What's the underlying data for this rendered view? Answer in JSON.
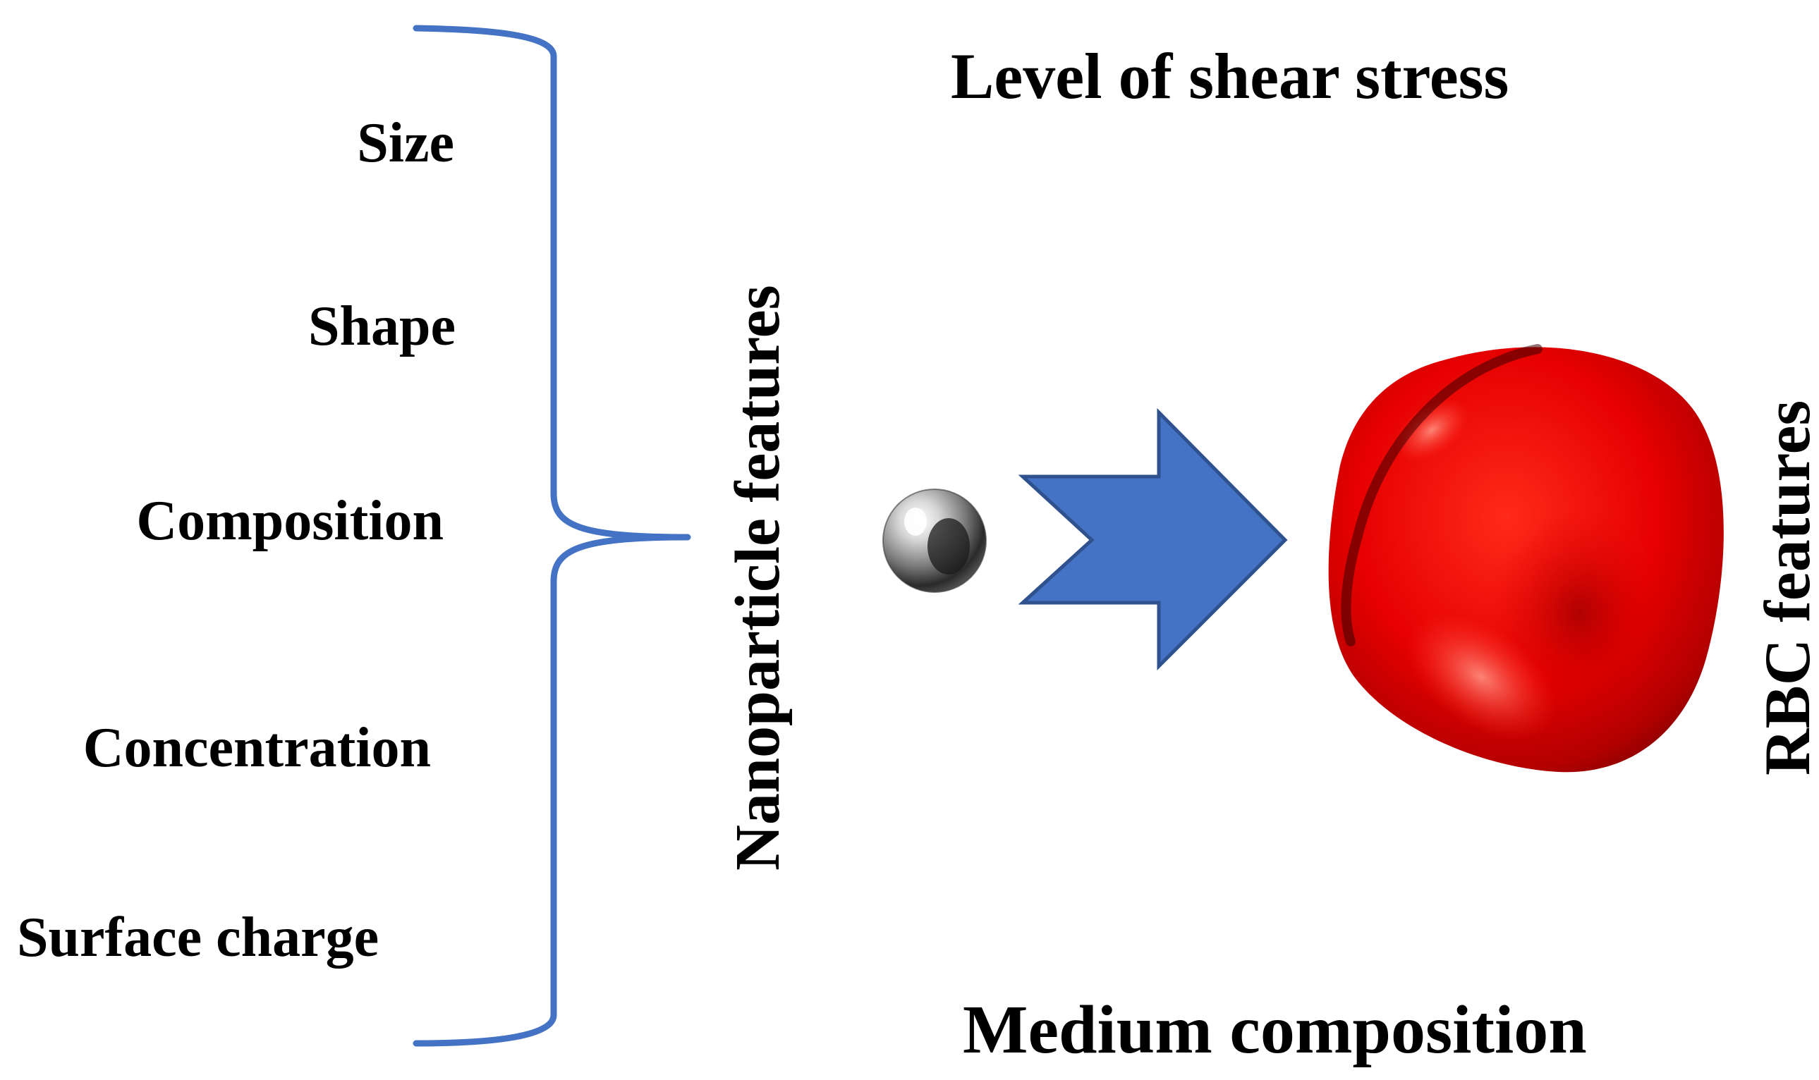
{
  "nanoparticle_features": {
    "items": [
      {
        "label": "Size"
      },
      {
        "label": "Shape"
      },
      {
        "label": "Composition"
      },
      {
        "label": "Concentration"
      },
      {
        "label": "Surface charge"
      }
    ],
    "group_label": "Nanoparticle features"
  },
  "top_label": "Level of shear stress",
  "bottom_label": "Medium composition",
  "right_label": "RBC features",
  "colors": {
    "brace": "#4472c4",
    "arrow_fill": "#4472c4",
    "arrow_stroke": "#2f528f",
    "rbc": "#e60000",
    "text": "#000000"
  },
  "icons": {
    "nanoparticle": "metal-sphere-icon",
    "rbc": "red-blood-cell-icon",
    "arrow": "right-arrow-icon"
  }
}
